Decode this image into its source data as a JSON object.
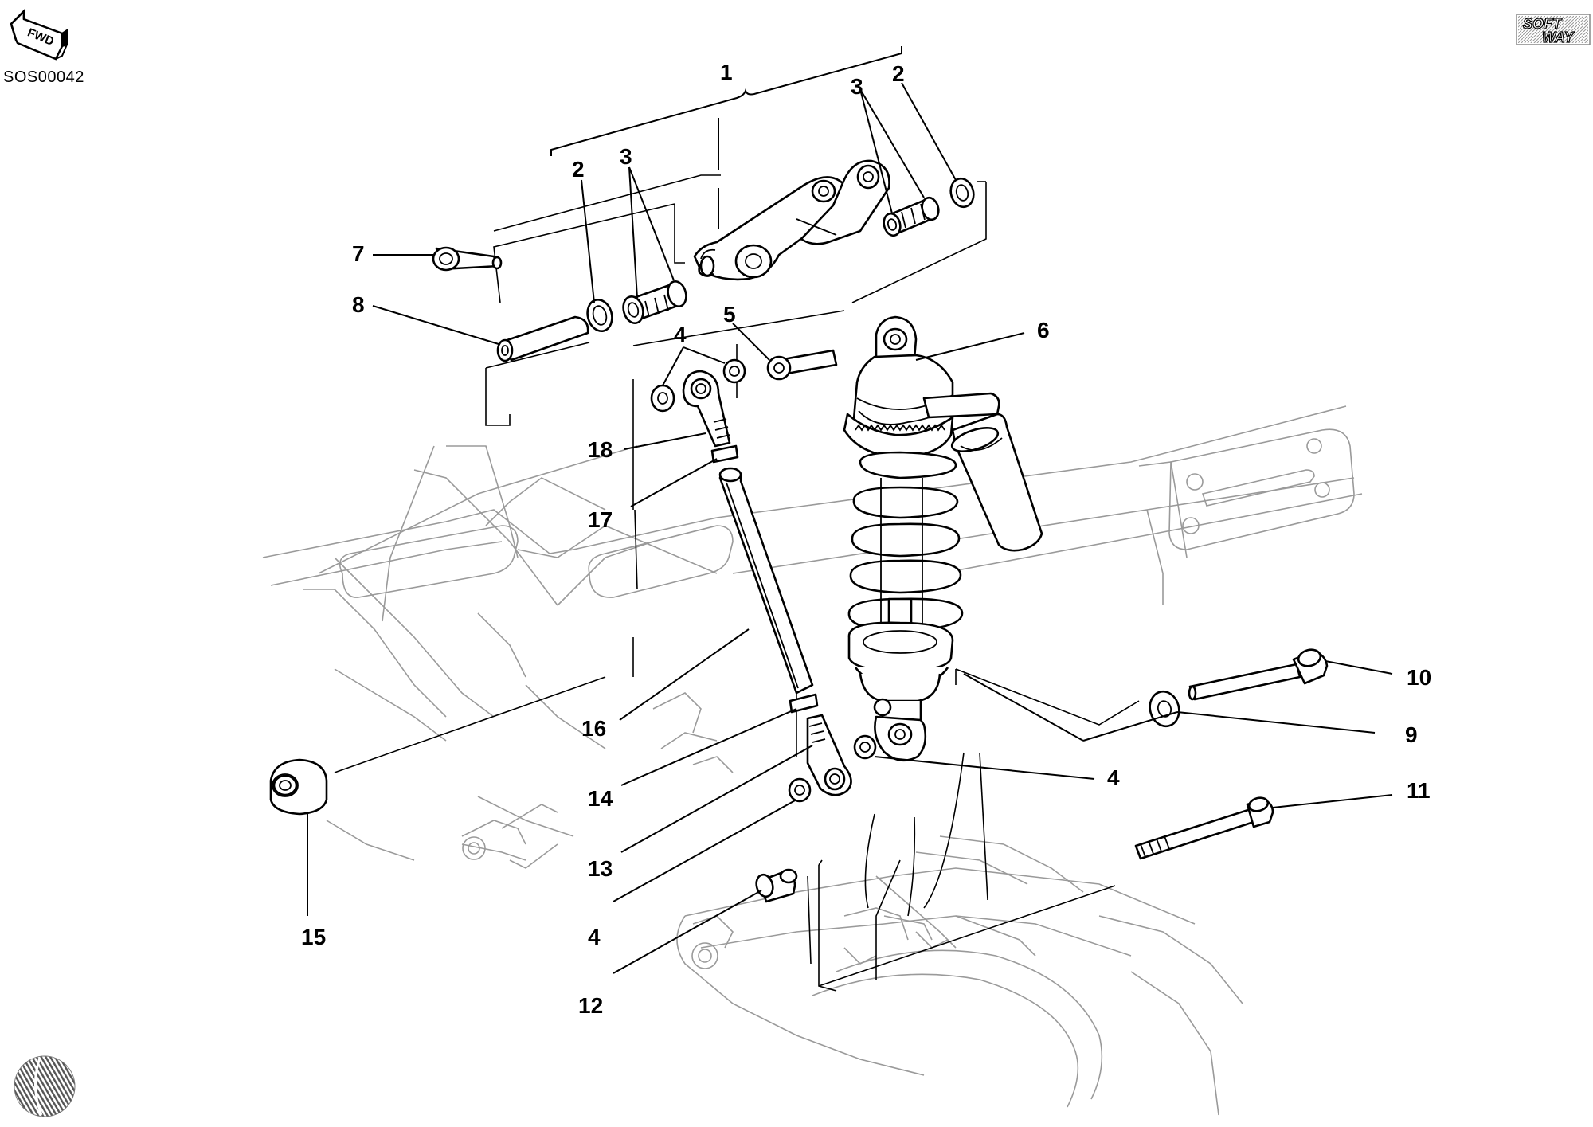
{
  "header": {
    "fwd_label": "FWD",
    "doc_code": "SOS00042",
    "logo_text_top": "SOFT",
    "logo_text_bottom": "WAY"
  },
  "callouts": [
    {
      "id": "1",
      "label": "1"
    },
    {
      "id": "2a",
      "label": "2"
    },
    {
      "id": "2b",
      "label": "2"
    },
    {
      "id": "3a",
      "label": "3"
    },
    {
      "id": "3b",
      "label": "3"
    },
    {
      "id": "4a",
      "label": "4"
    },
    {
      "id": "4b",
      "label": "4"
    },
    {
      "id": "4c",
      "label": "4"
    },
    {
      "id": "5",
      "label": "5"
    },
    {
      "id": "6",
      "label": "6"
    },
    {
      "id": "7",
      "label": "7"
    },
    {
      "id": "8",
      "label": "8"
    },
    {
      "id": "9",
      "label": "9"
    },
    {
      "id": "10",
      "label": "10"
    },
    {
      "id": "11",
      "label": "11"
    },
    {
      "id": "12",
      "label": "12"
    },
    {
      "id": "13",
      "label": "13"
    },
    {
      "id": "14",
      "label": "14"
    },
    {
      "id": "15",
      "label": "15"
    },
    {
      "id": "16",
      "label": "16"
    },
    {
      "id": "17",
      "label": "17"
    },
    {
      "id": "18",
      "label": "18"
    }
  ]
}
